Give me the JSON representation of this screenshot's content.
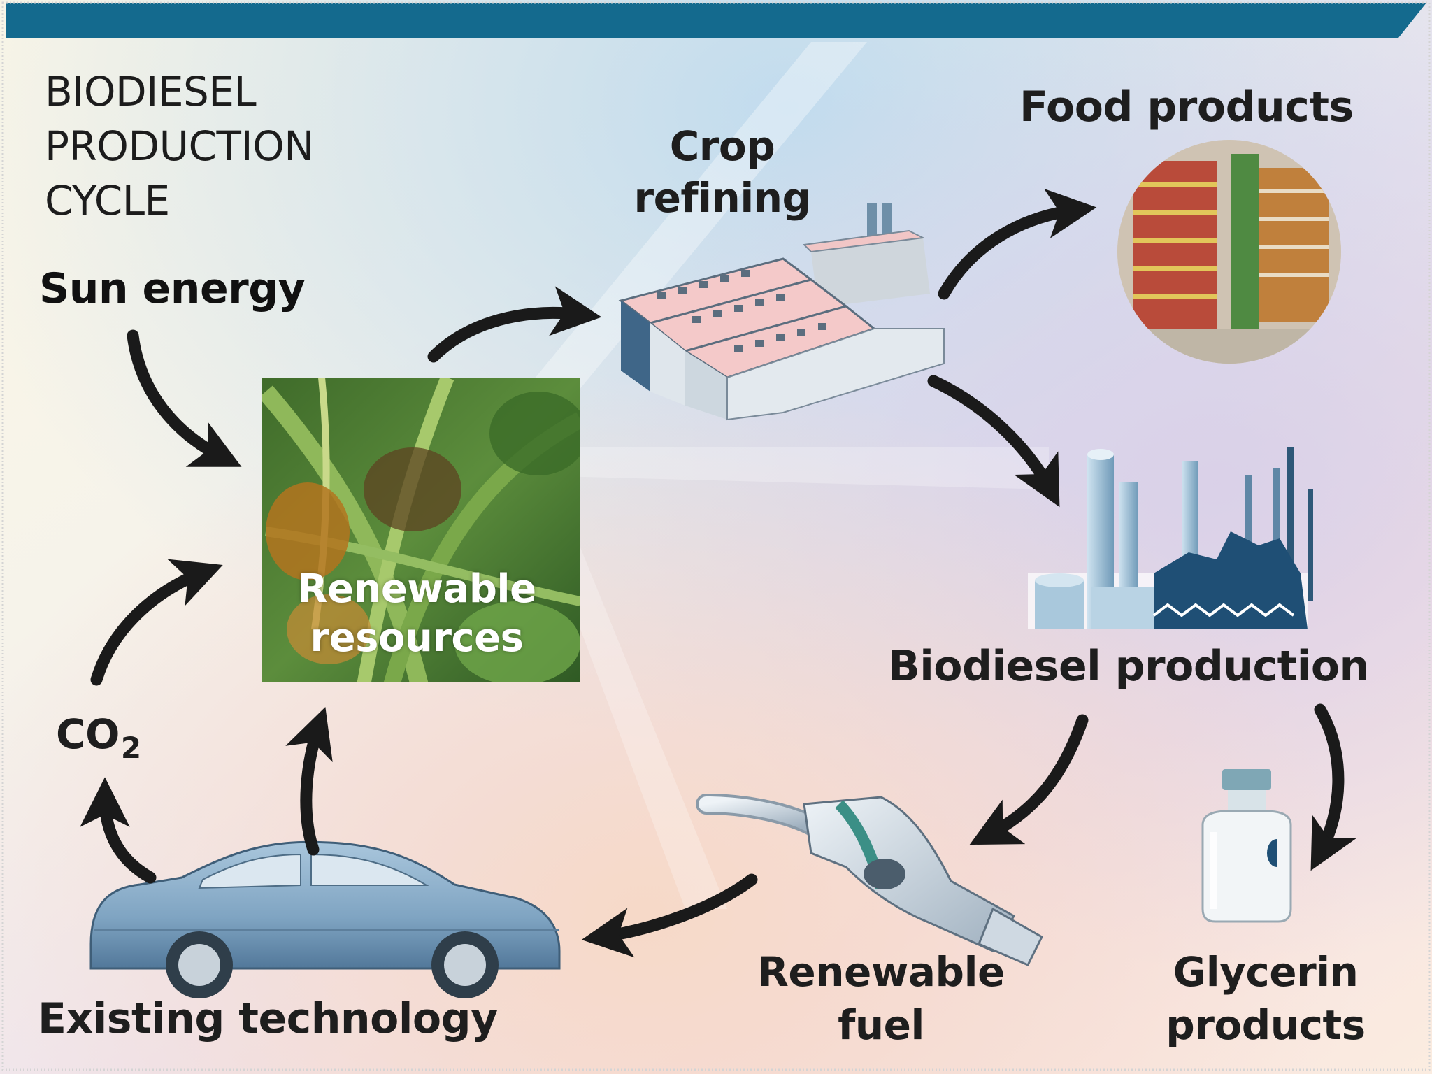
{
  "diagram": {
    "title": "BIODIESEL\nPRODUCTION\nCYCLE",
    "nodes": {
      "sun_energy": "Sun energy",
      "crop_refining": "Crop\nrefining",
      "food_products": "Food products",
      "biodiesel_production": "Biodiesel production",
      "renewable_resources": "Renewable\nresources",
      "co2": "CO",
      "co2_subscript": "2",
      "renewable_fuel": "Renewable\nfuel",
      "glycerin_products": "Glycerin\nproducts",
      "existing_technology": "Existing technology"
    }
  },
  "colors": {
    "top_bar": "#146a8e",
    "arrow": "#1a1a1a",
    "label_text": "#1e1e1e"
  },
  "icons": [
    "oil-palm-photo",
    "refinery-factory-icon",
    "supermarket-shelves-photo",
    "biodiesel-plant-icon",
    "fuel-nozzle-icon",
    "glycerin-vial-icon",
    "sedan-car-icon"
  ]
}
